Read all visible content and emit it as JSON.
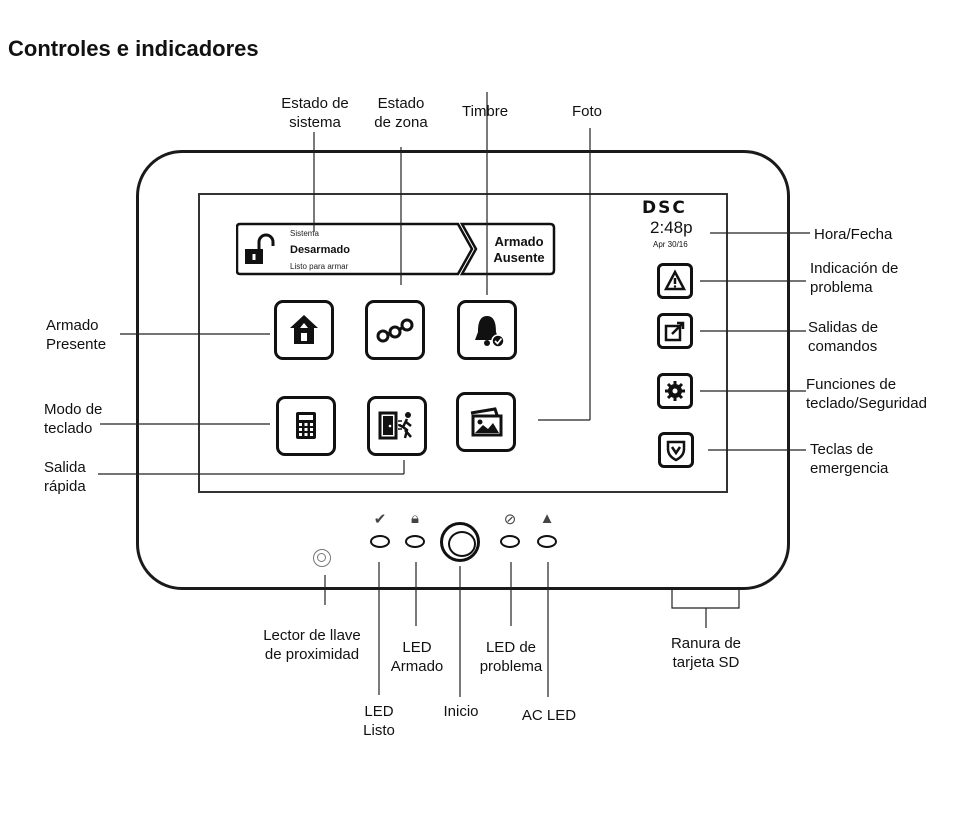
{
  "title": "Controles e indicadores",
  "screen": {
    "status": {
      "label_small": "Sistema",
      "state": "Desarmado",
      "sub": "Listo para armar",
      "armed_line1": "Armado",
      "armed_line2": "Ausente"
    },
    "brand": "DSC",
    "time": "2:48p",
    "date": "Apr 30/16"
  },
  "labels": {
    "estado_sistema": [
      "Estado de",
      "sistema"
    ],
    "estado_zona": [
      "Estado",
      "de zona"
    ],
    "timbre": "Timbre",
    "foto": "Foto",
    "hora_fecha": "Hora/Fecha",
    "indicacion_problema": [
      "Indicación de",
      "problema"
    ],
    "salidas_comandos": [
      "Salidas de",
      "comandos"
    ],
    "funciones_teclado": [
      "Funciones de",
      "teclado/Seguridad"
    ],
    "teclas_emergencia": [
      "Teclas de",
      "emergencia"
    ],
    "armado_presente": [
      "Armado",
      "Presente"
    ],
    "modo_teclado": [
      "Modo de",
      "teclado"
    ],
    "salida_rapida": [
      "Salida",
      "rápida"
    ],
    "lector_llave": [
      "Lector de llave",
      "de proximidad"
    ],
    "led_armado": [
      "LED",
      "Armado"
    ],
    "led_problema": [
      "LED de",
      "problema"
    ],
    "ranura_sd": [
      "Ranura de",
      "tarjeta SD"
    ],
    "led_listo": [
      "LED",
      "Listo"
    ],
    "inicio": "Inicio",
    "ac_led": "AC LED"
  },
  "icons": {
    "tiles": [
      "home-arm-icon",
      "zone-status-icon",
      "chime-bell-icon",
      "keypad-icon",
      "quick-exit-icon",
      "photo-icon"
    ],
    "side": [
      "trouble-icon",
      "command-output-icon",
      "gear-icon",
      "shield-icon"
    ],
    "leds": [
      "check-icon",
      "lock-icon",
      "ac-icon",
      "warning-icon"
    ]
  },
  "colors": {
    "line": "#222222",
    "border": "#111111"
  }
}
